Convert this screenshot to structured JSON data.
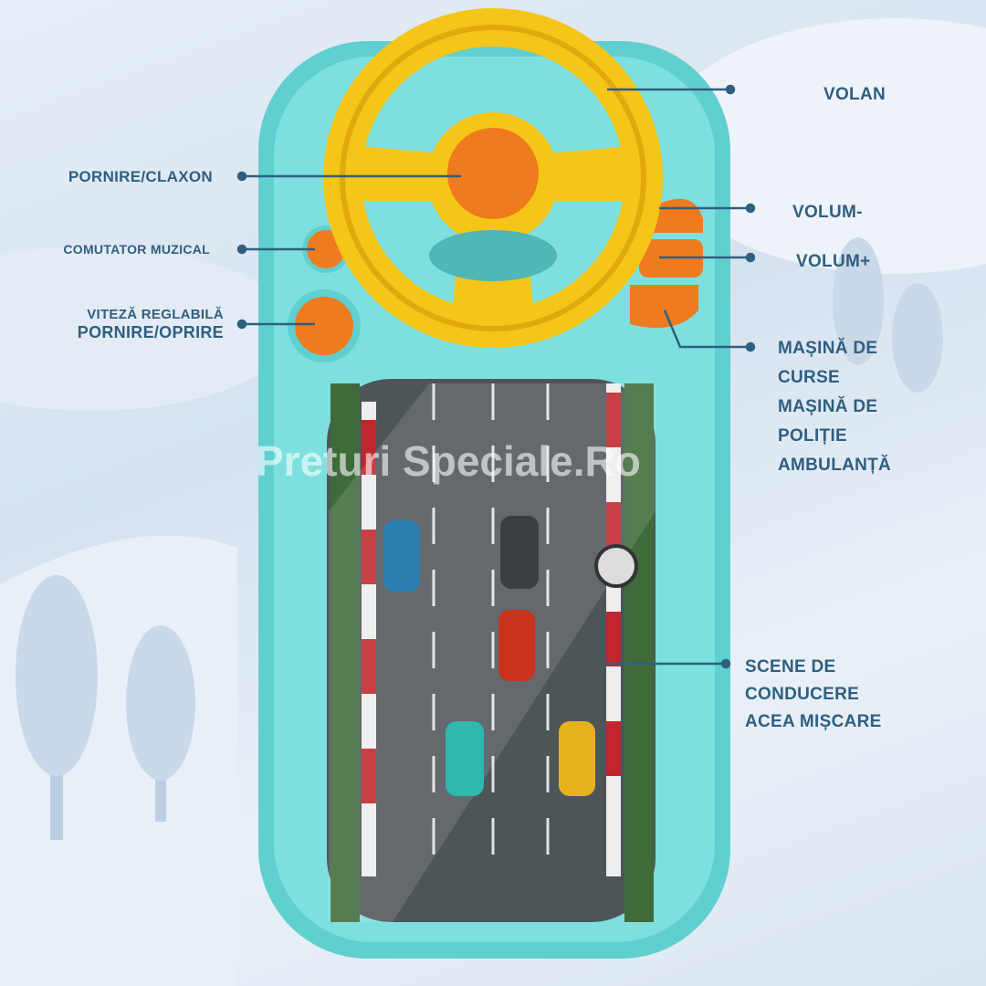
{
  "labels": {
    "volan": "VOLAN",
    "pornire_claxon": "PORNIRE/CLAXON",
    "comutator_muzical": "COMUTATOR MUZICAL",
    "viteza_line1": "VITEZĂ REGLABILĂ",
    "viteza_line2": "PORNIRE/OPRIRE",
    "volum_minus": "VOLUM-",
    "volum_plus": "VOLUM+",
    "masini": [
      "MAȘINĂ DE",
      "CURSE",
      "MAȘINĂ DE",
      "POLIȚIE",
      "AMBULANȚĂ"
    ],
    "scene": [
      "SCENE DE",
      "CONDUCERE",
      "ACEA MIȘCARE"
    ]
  },
  "watermark": "Preturi Speciale.Ro",
  "colors": {
    "label": "#2f5f80",
    "body": "#5fd0cf",
    "wheel": "#f5c518",
    "button": "#f07a1e",
    "road": "#5e6468"
  }
}
